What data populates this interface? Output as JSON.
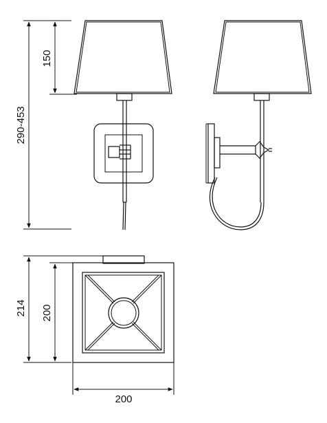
{
  "dimensions": {
    "total_height": "290-453",
    "shade_height": "150",
    "plate_height_outer": "214",
    "plate_height_inner": "200",
    "plate_width": "200"
  }
}
